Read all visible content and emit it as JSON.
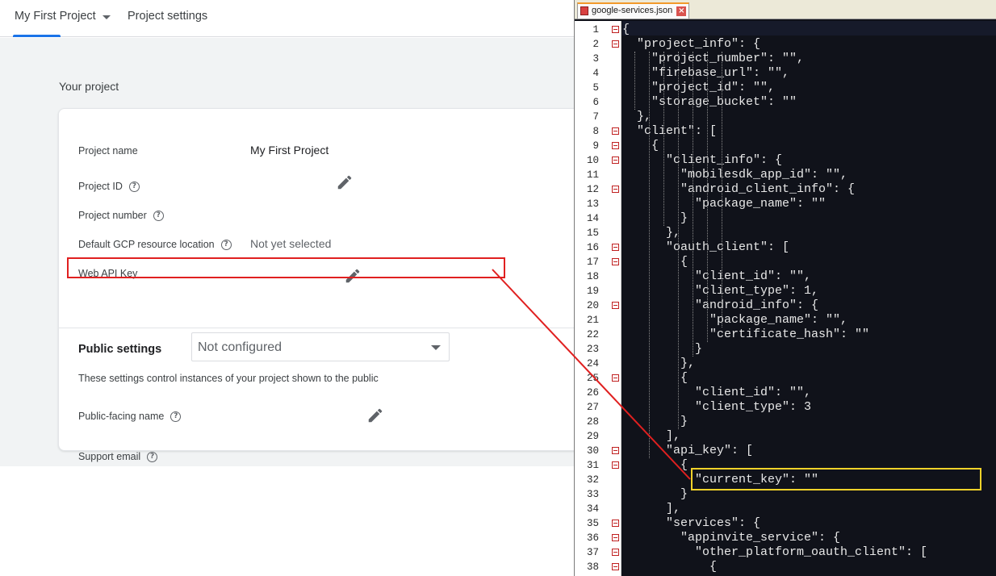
{
  "firebase": {
    "header": {
      "project_selector": "My First Project",
      "page_title": "Project settings"
    },
    "section_title": "Your project",
    "rows": {
      "project_name_label": "Project name",
      "project_name_value": "My First Project",
      "project_id_label": "Project ID",
      "project_number_label": "Project number",
      "gcp_location_label": "Default GCP resource location",
      "gcp_location_value": "Not yet selected",
      "web_api_key_label": "Web API Key"
    },
    "public_settings": {
      "title": "Public settings",
      "description": "These settings control instances of your project shown to the public",
      "public_name_label": "Public-facing name",
      "support_email_label": "Support email",
      "support_email_value": "Not configured"
    },
    "icons": [
      "pencil-icon",
      "help-circle-icon",
      "dropdown-caret-icon"
    ]
  },
  "editor": {
    "tab_label": "google-services.json",
    "lines": [
      "{",
      "  \"project_info\": {",
      "    \"project_number\": \"\",",
      "    \"firebase_url\": \"\",",
      "    \"project_id\": \"\",",
      "    \"storage_bucket\": \"\"",
      "  },",
      "  \"client\": [",
      "    {",
      "      \"client_info\": {",
      "        \"mobilesdk_app_id\": \"\",",
      "        \"android_client_info\": {",
      "          \"package_name\": \"\"",
      "        }",
      "      },",
      "      \"oauth_client\": [",
      "        {",
      "          \"client_id\": \"\",",
      "          \"client_type\": 1,",
      "          \"android_info\": {",
      "            \"package_name\": \"\",",
      "            \"certificate_hash\": \"\"",
      "          }",
      "        },",
      "        {",
      "          \"client_id\": \"\",",
      "          \"client_type\": 3",
      "        }",
      "      ],",
      "      \"api_key\": [",
      "        {",
      "          \"current_key\": \"\"",
      "        }",
      "      ],",
      "      \"services\": {",
      "        \"appinvite_service\": {",
      "          \"other_platform_oauth_client\": [",
      "            {"
    ],
    "fold_lines": [
      1,
      2,
      8,
      9,
      10,
      12,
      16,
      17,
      20,
      25,
      30,
      31,
      35,
      36,
      37,
      38
    ]
  },
  "colors": {
    "highlight_red": "#e02020",
    "highlight_yellow": "#f2d22a",
    "editor_bg": "#10121a",
    "firebase_blue": "#1a73e8"
  }
}
